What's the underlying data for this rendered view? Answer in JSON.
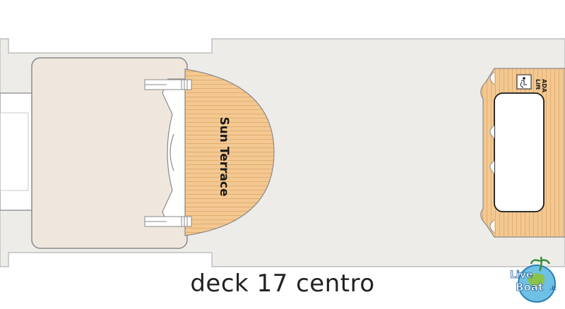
{
  "deck_caption": "deck 17 centro",
  "areas": {
    "sun_terrace": "Sun Terrace",
    "ada_lift": [
      "ADA",
      "Lift"
    ]
  },
  "logo": {
    "line1": "Live",
    "line2": "Boat",
    "suffix": ".it"
  },
  "colors": {
    "hull": "#eeece9",
    "hull_outline": "#bfbfbf",
    "interior_block": "#efe7de",
    "wood_deck": "#f4c891",
    "wood_line": "#dba86a",
    "outline_dark": "#8a8a8a",
    "caption_text": "#222222"
  }
}
